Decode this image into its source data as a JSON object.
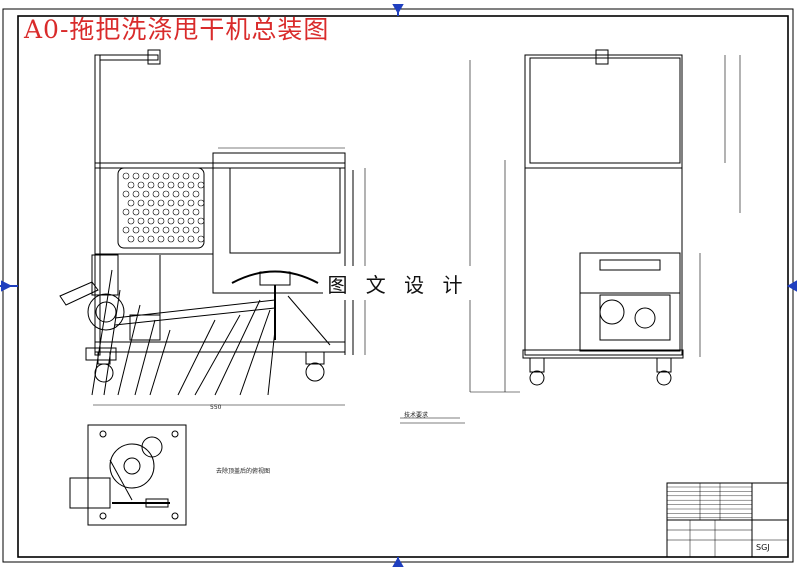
{
  "drawing": {
    "title": "A0-拖把洗涤甩干机总装图",
    "watermark": "图 文 设 计",
    "dimension_note": "550",
    "tech_note": "技术要求",
    "detail_note": "去除顶盖后的俯视图",
    "title_block_code": "SGJ"
  },
  "colors": {
    "title": "#d92b2b",
    "frame": "#1f3fbf",
    "line": "#000000"
  }
}
